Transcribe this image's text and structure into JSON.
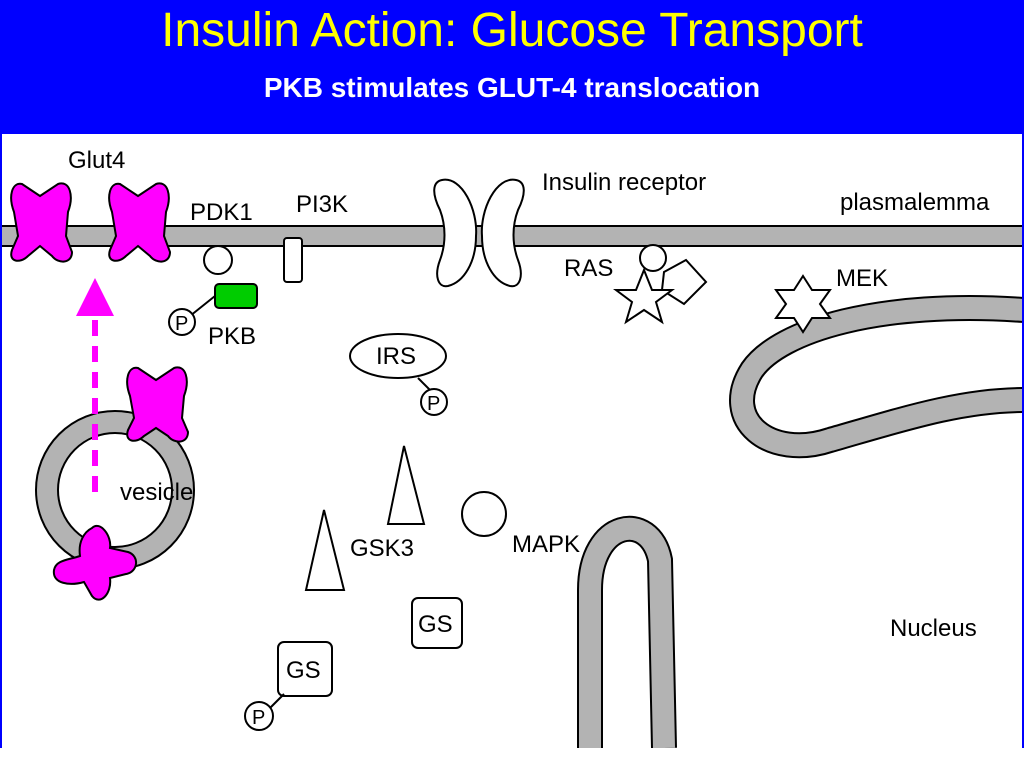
{
  "slide": {
    "title": "Insulin Action: Glucose Transport",
    "subtitle": "PKB stimulates GLUT-4 translocation"
  },
  "labels": {
    "glut4": "Glut4",
    "pdk1": "PDK1",
    "pi3k": "PI3K",
    "insulin_receptor": "Insulin receptor",
    "plasmalemma": "plasmalemma",
    "ras": "RAS",
    "mek": "MEK",
    "pkb": "PKB",
    "irs": "IRS",
    "vesicle": "vesicle",
    "gsk3": "GSK3",
    "mapk": "MAPK",
    "gs_1": "GS",
    "gs_2": "GS",
    "nucleus": "Nucleus",
    "phospho_pkb": "P",
    "phospho_irs": "P",
    "phospho_gs": "P"
  },
  "colors": {
    "background": "#0000ff",
    "title": "#ffff00",
    "subtitle": "#ffffff",
    "membrane": "#b3b3b3",
    "glut4": "#ff00ff",
    "pkb": "#00cc00",
    "arrow": "#ff00ff"
  }
}
